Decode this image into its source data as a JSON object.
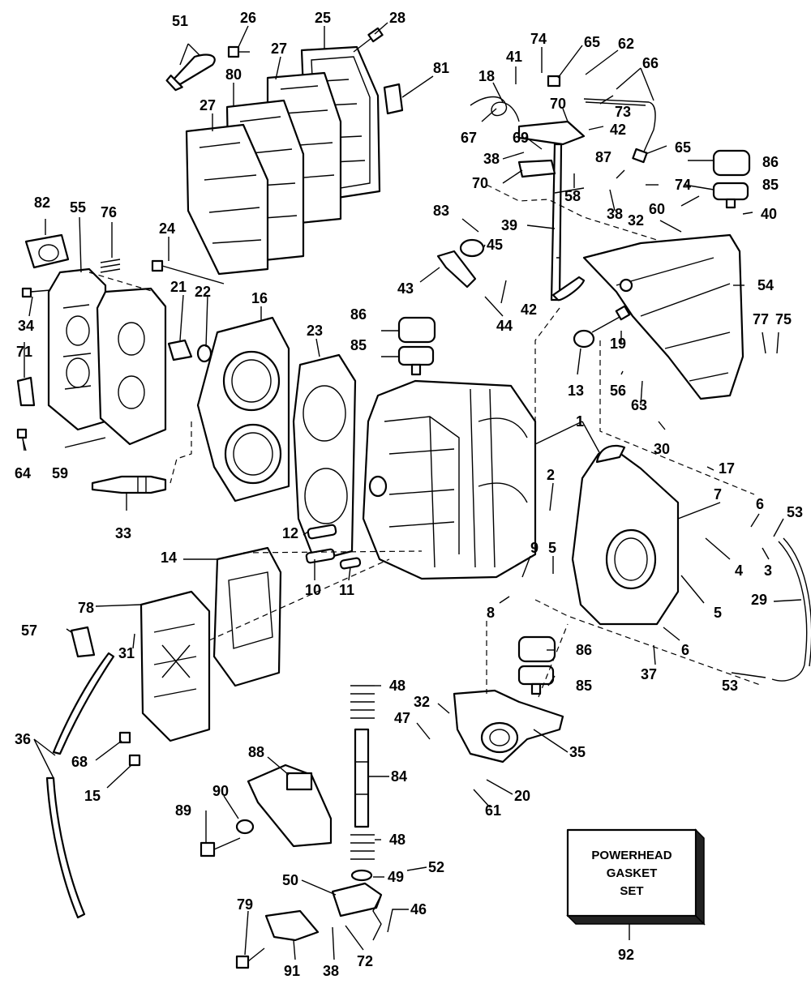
{
  "callouts": [
    {
      "id": "51",
      "label": "51"
    },
    {
      "id": "26",
      "label": "26"
    },
    {
      "id": "25",
      "label": "25"
    },
    {
      "id": "28",
      "label": "28"
    },
    {
      "id": "27a",
      "label": "27"
    },
    {
      "id": "80",
      "label": "80"
    },
    {
      "id": "27b",
      "label": "27"
    },
    {
      "id": "81",
      "label": "81"
    },
    {
      "id": "74a",
      "label": "74"
    },
    {
      "id": "65a",
      "label": "65"
    },
    {
      "id": "62",
      "label": "62"
    },
    {
      "id": "41",
      "label": "41"
    },
    {
      "id": "66",
      "label": "66"
    },
    {
      "id": "18",
      "label": "18"
    },
    {
      "id": "70a",
      "label": "70"
    },
    {
      "id": "73",
      "label": "73"
    },
    {
      "id": "67",
      "label": "67"
    },
    {
      "id": "69",
      "label": "69"
    },
    {
      "id": "42a",
      "label": "42"
    },
    {
      "id": "38a",
      "label": "38"
    },
    {
      "id": "65b",
      "label": "65"
    },
    {
      "id": "86a",
      "label": "86"
    },
    {
      "id": "87",
      "label": "87"
    },
    {
      "id": "70b",
      "label": "70"
    },
    {
      "id": "74b",
      "label": "74"
    },
    {
      "id": "85a",
      "label": "85"
    },
    {
      "id": "58",
      "label": "58"
    },
    {
      "id": "38b",
      "label": "38"
    },
    {
      "id": "82",
      "label": "82"
    },
    {
      "id": "55",
      "label": "55"
    },
    {
      "id": "76",
      "label": "76"
    },
    {
      "id": "83",
      "label": "83"
    },
    {
      "id": "60",
      "label": "60"
    },
    {
      "id": "40",
      "label": "40"
    },
    {
      "id": "39",
      "label": "39"
    },
    {
      "id": "32a",
      "label": "32"
    },
    {
      "id": "24",
      "label": "24"
    },
    {
      "id": "45",
      "label": "45"
    },
    {
      "id": "54",
      "label": "54"
    },
    {
      "id": "43",
      "label": "43"
    },
    {
      "id": "42b",
      "label": "42"
    },
    {
      "id": "21",
      "label": "21"
    },
    {
      "id": "22",
      "label": "22"
    },
    {
      "id": "16",
      "label": "16"
    },
    {
      "id": "34",
      "label": "34"
    },
    {
      "id": "44",
      "label": "44"
    },
    {
      "id": "71",
      "label": "71"
    },
    {
      "id": "86b",
      "label": "86"
    },
    {
      "id": "23",
      "label": "23"
    },
    {
      "id": "77",
      "label": "77"
    },
    {
      "id": "75",
      "label": "75"
    },
    {
      "id": "19",
      "label": "19"
    },
    {
      "id": "85b",
      "label": "85"
    },
    {
      "id": "13",
      "label": "13"
    },
    {
      "id": "56",
      "label": "56"
    },
    {
      "id": "63",
      "label": "63"
    },
    {
      "id": "1",
      "label": "1"
    },
    {
      "id": "64",
      "label": "64"
    },
    {
      "id": "59",
      "label": "59"
    },
    {
      "id": "30",
      "label": "30"
    },
    {
      "id": "17",
      "label": "17"
    },
    {
      "id": "2",
      "label": "2"
    },
    {
      "id": "33",
      "label": "33"
    },
    {
      "id": "7",
      "label": "7"
    },
    {
      "id": "6a",
      "label": "6"
    },
    {
      "id": "53a",
      "label": "53"
    },
    {
      "id": "12",
      "label": "12"
    },
    {
      "id": "14",
      "label": "14"
    },
    {
      "id": "9",
      "label": "9"
    },
    {
      "id": "5a",
      "label": "5"
    },
    {
      "id": "4",
      "label": "4"
    },
    {
      "id": "3",
      "label": "3"
    },
    {
      "id": "10",
      "label": "10"
    },
    {
      "id": "11",
      "label": "11"
    },
    {
      "id": "78",
      "label": "78"
    },
    {
      "id": "8",
      "label": "8"
    },
    {
      "id": "5b",
      "label": "5"
    },
    {
      "id": "29",
      "label": "29"
    },
    {
      "id": "57",
      "label": "57"
    },
    {
      "id": "31",
      "label": "31"
    },
    {
      "id": "6b",
      "label": "6"
    },
    {
      "id": "86c",
      "label": "86"
    },
    {
      "id": "37",
      "label": "37"
    },
    {
      "id": "48a",
      "label": "48"
    },
    {
      "id": "85c",
      "label": "85"
    },
    {
      "id": "53b",
      "label": "53"
    },
    {
      "id": "32b",
      "label": "32"
    },
    {
      "id": "47",
      "label": "47"
    },
    {
      "id": "36",
      "label": "36"
    },
    {
      "id": "35",
      "label": "35"
    },
    {
      "id": "68",
      "label": "68"
    },
    {
      "id": "15",
      "label": "15"
    },
    {
      "id": "88",
      "label": "88"
    },
    {
      "id": "84",
      "label": "84"
    },
    {
      "id": "20",
      "label": "20"
    },
    {
      "id": "90",
      "label": "90"
    },
    {
      "id": "61",
      "label": "61"
    },
    {
      "id": "89",
      "label": "89"
    },
    {
      "id": "48b",
      "label": "48"
    },
    {
      "id": "52",
      "label": "52"
    },
    {
      "id": "50",
      "label": "50"
    },
    {
      "id": "49",
      "label": "49"
    },
    {
      "id": "46",
      "label": "46"
    },
    {
      "id": "79",
      "label": "79"
    },
    {
      "id": "38c",
      "label": "38"
    },
    {
      "id": "72",
      "label": "72"
    },
    {
      "id": "91",
      "label": "91"
    },
    {
      "id": "92",
      "label": "92"
    }
  ],
  "gasket_kit": {
    "line1": "POWERHEAD",
    "line2": "GASKET",
    "line3": "SET"
  }
}
